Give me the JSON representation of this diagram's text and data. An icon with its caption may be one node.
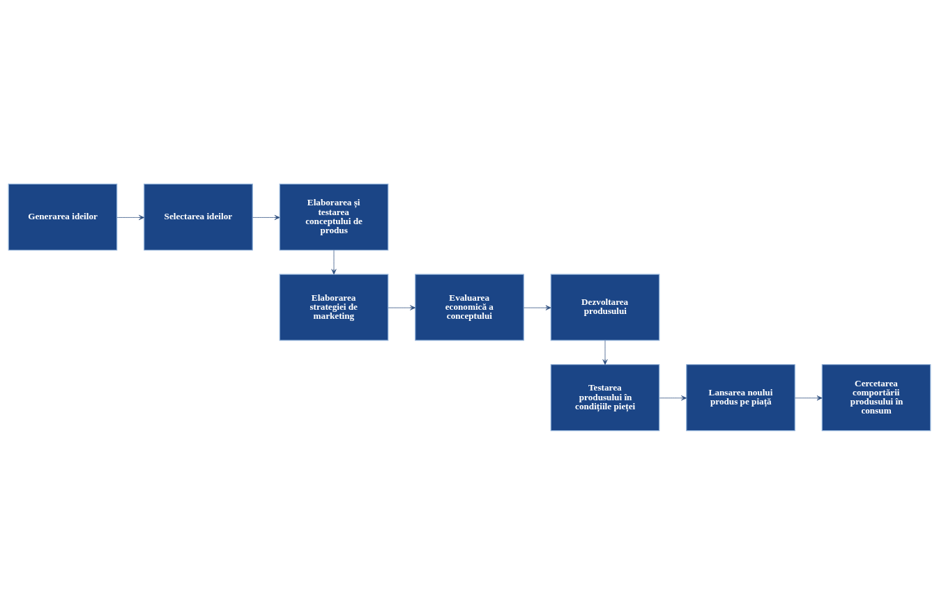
{
  "diagram": {
    "nodes": [
      {
        "text": [
          "Generarea ideilor"
        ]
      },
      {
        "text": [
          "Selectarea ideilor"
        ]
      },
      {
        "text": [
          "Elaborarea și testarea conceptului de produs"
        ]
      },
      {
        "text": [
          "Elaborarea strategiei de marketing"
        ]
      },
      {
        "text": [
          "Evaluarea economică a conceptului"
        ]
      },
      {
        "text": [
          "Dezvoltarea produsului"
        ]
      },
      {
        "text": [
          "Testarea produsului în condițiile pieței"
        ]
      },
      {
        "text": [
          "Lansarea noului produs pe piață"
        ]
      },
      {
        "text": [
          "Cercetarea comportării produsului în consum"
        ]
      }
    ],
    "edges": [
      {
        "from": 0,
        "to": 1,
        "arrow": "to"
      },
      {
        "from": 1,
        "to": 2,
        "arrow": "to"
      },
      {
        "from": 2,
        "to": 3,
        "arrow": "to"
      },
      {
        "from": 3,
        "to": 4,
        "arrow": "to"
      },
      {
        "from": 4,
        "to": 5,
        "arrow": "to"
      },
      {
        "from": 5,
        "to": 6,
        "arrow": "to"
      },
      {
        "from": 6,
        "to": 7,
        "arrow": "to"
      },
      {
        "from": 7,
        "to": 8,
        "arrow": "to"
      }
    ]
  }
}
